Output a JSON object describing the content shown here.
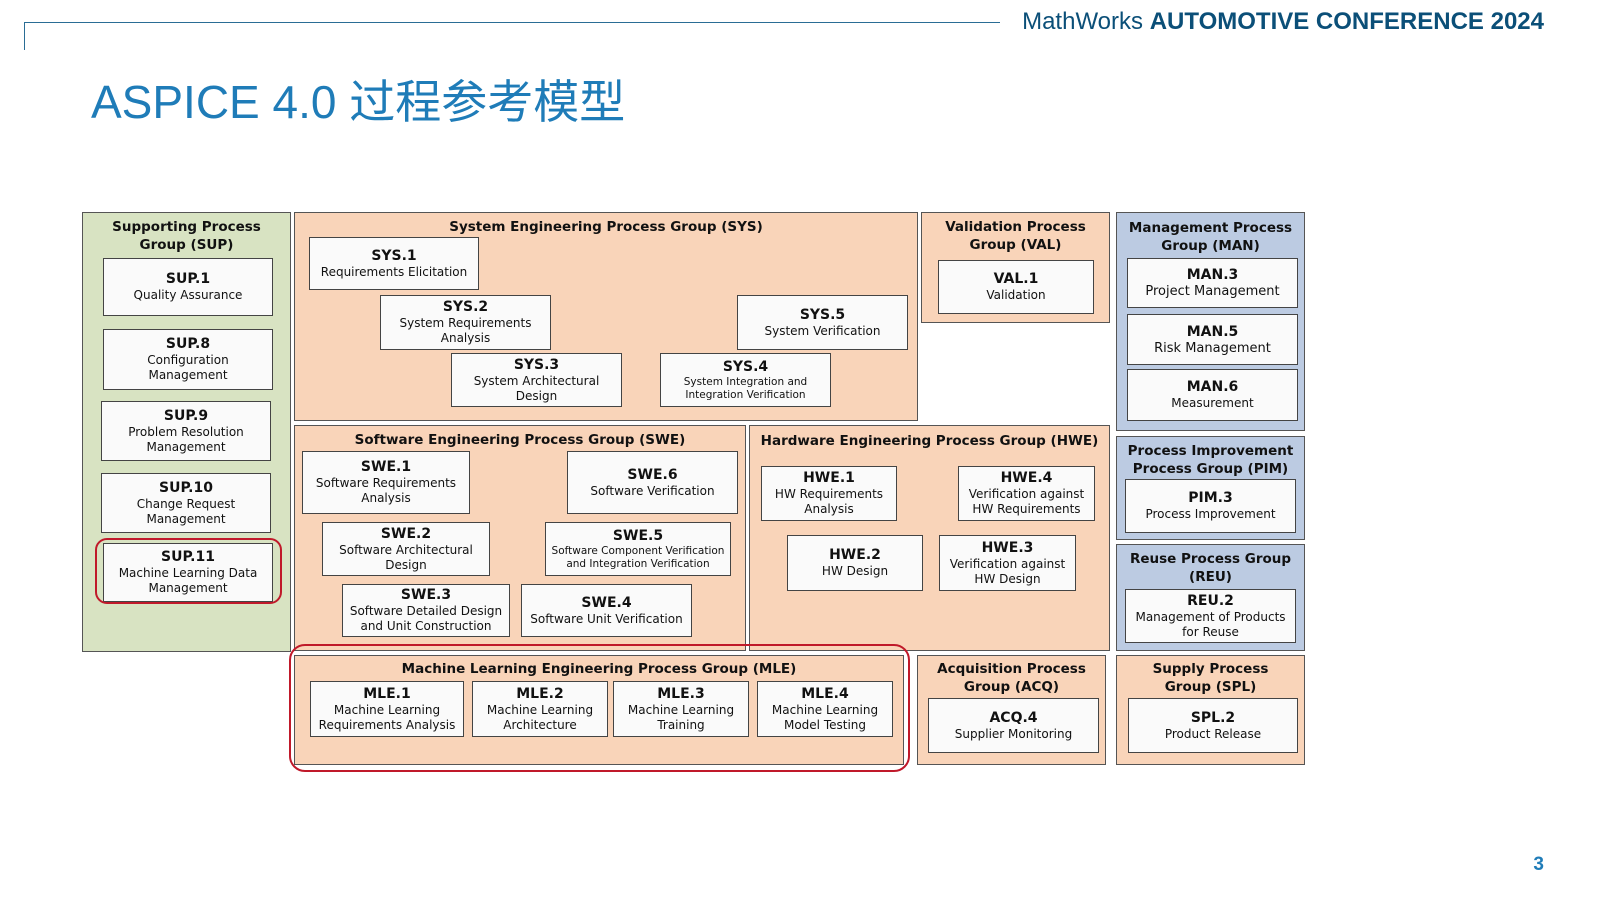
{
  "header": {
    "brand_thin": "MathWorks",
    "brand_bold": "AUTOMOTIVE CONFERENCE 2024",
    "title": "ASPICE 4.0 过程参考模型",
    "page_number": "3"
  },
  "colors": {
    "accent": "#1f7cb8",
    "brand": "#0b4f78",
    "supporting_group_fill": "#d8e3c2",
    "engineering_group_fill": "#f9d4b9",
    "management_group_fill": "#bccbe2",
    "highlight": "#c0192a"
  },
  "groups": {
    "sup": {
      "title": "Supporting Process Group (SUP)",
      "processes": [
        {
          "code": "SUP.1",
          "name": "Quality Assurance"
        },
        {
          "code": "SUP.8",
          "name": "Configuration Management"
        },
        {
          "code": "SUP.9",
          "name": "Problem Resolution Management"
        },
        {
          "code": "SUP.10",
          "name": "Change Request Management"
        },
        {
          "code": "SUP.11",
          "name": "Machine Learning Data Management"
        }
      ]
    },
    "sys": {
      "title": "System Engineering Process Group (SYS)",
      "processes": [
        {
          "code": "SYS.1",
          "name": "Requirements Elicitation"
        },
        {
          "code": "SYS.2",
          "name": "System Requirements Analysis"
        },
        {
          "code": "SYS.3",
          "name": "System Architectural Design"
        },
        {
          "code": "SYS.4",
          "name": "System Integration and Integration Verification"
        },
        {
          "code": "SYS.5",
          "name": "System Verification"
        }
      ]
    },
    "val": {
      "title": "Validation Process Group (VAL)",
      "processes": [
        {
          "code": "VAL.1",
          "name": "Validation"
        }
      ]
    },
    "man": {
      "title": "Management Process Group (MAN)",
      "processes": [
        {
          "code": "MAN.3",
          "name": "Project Management"
        },
        {
          "code": "MAN.5",
          "name": "Risk Management"
        },
        {
          "code": "MAN.6",
          "name": "Measurement"
        }
      ]
    },
    "swe": {
      "title": "Software Engineering Process Group (SWE)",
      "processes": [
        {
          "code": "SWE.1",
          "name": "Software Requirements Analysis"
        },
        {
          "code": "SWE.2",
          "name": "Software Architectural Design"
        },
        {
          "code": "SWE.3",
          "name": "Software Detailed Design and Unit Construction"
        },
        {
          "code": "SWE.4",
          "name": "Software Unit Verification"
        },
        {
          "code": "SWE.5",
          "name": "Software Component Verification and Integration Verification"
        },
        {
          "code": "SWE.6",
          "name": "Software Verification"
        }
      ]
    },
    "hwe": {
      "title": "Hardware Engineering Process Group (HWE)",
      "processes": [
        {
          "code": "HWE.1",
          "name": "HW Requirements Analysis"
        },
        {
          "code": "HWE.2",
          "name": "HW Design"
        },
        {
          "code": "HWE.3",
          "name": "Verification against HW Design"
        },
        {
          "code": "HWE.4",
          "name": "Verification against HW Requirements"
        }
      ]
    },
    "pim": {
      "title": "Process Improvement Process Group (PIM)",
      "processes": [
        {
          "code": "PIM.3",
          "name": "Process Improvement"
        }
      ]
    },
    "reu": {
      "title": "Reuse Process Group (REU)",
      "processes": [
        {
          "code": "REU.2",
          "name": "Management of Products for Reuse"
        }
      ]
    },
    "mle": {
      "title": "Machine Learning Engineering Process Group (MLE)",
      "processes": [
        {
          "code": "MLE.1",
          "name": "Machine Learning Requirements Analysis"
        },
        {
          "code": "MLE.2",
          "name": "Machine Learning Architecture"
        },
        {
          "code": "MLE.3",
          "name": "Machine Learning Training"
        },
        {
          "code": "MLE.4",
          "name": "Machine Learning Model Testing"
        }
      ]
    },
    "acq": {
      "title": "Acquisition Process Group (ACQ)",
      "processes": [
        {
          "code": "ACQ.4",
          "name": "Supplier Monitoring"
        }
      ]
    },
    "spl": {
      "title": "Supply Process Group (SPL)",
      "processes": [
        {
          "code": "SPL.2",
          "name": "Product Release"
        }
      ]
    }
  }
}
